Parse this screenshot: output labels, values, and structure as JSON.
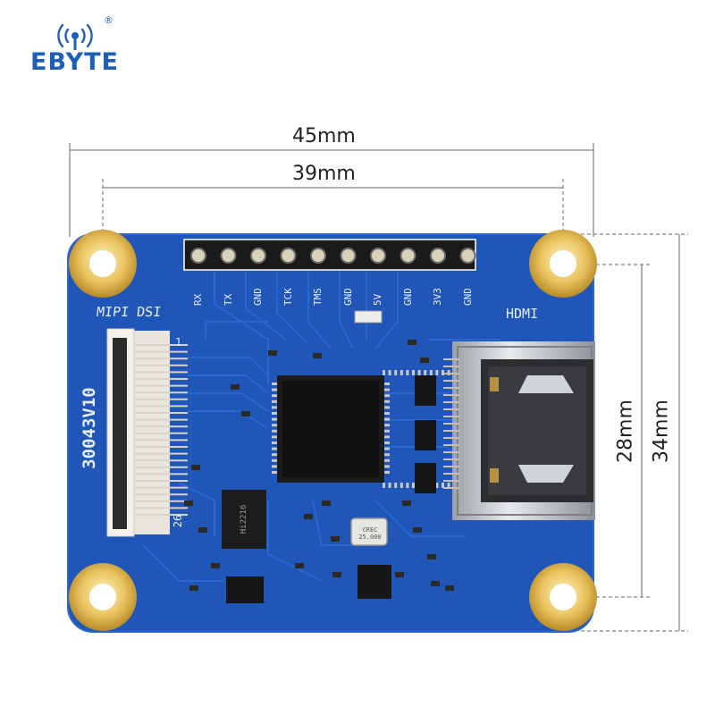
{
  "brand": {
    "name": "EBYTE",
    "registered_mark": "®",
    "color": "#1d5fb4"
  },
  "dimensions": {
    "overall_width": "45mm",
    "hole_spacing_width": "39mm",
    "hole_spacing_height": "28mm",
    "overall_height": "34mm"
  },
  "board": {
    "color": "#1f56b8",
    "model": "30043V10",
    "connector_label": "MIPI DSI",
    "connector_pin_first": "1",
    "connector_pin_last": "26",
    "output_label": "HDMI",
    "header_pins": [
      "RX",
      "TX",
      "GND",
      "TCK",
      "TMS",
      "GND",
      "5V",
      "GND",
      "3V3",
      "GND"
    ],
    "crystal_marking": "CREC 25.000",
    "chip_marking": "Hi2216"
  }
}
